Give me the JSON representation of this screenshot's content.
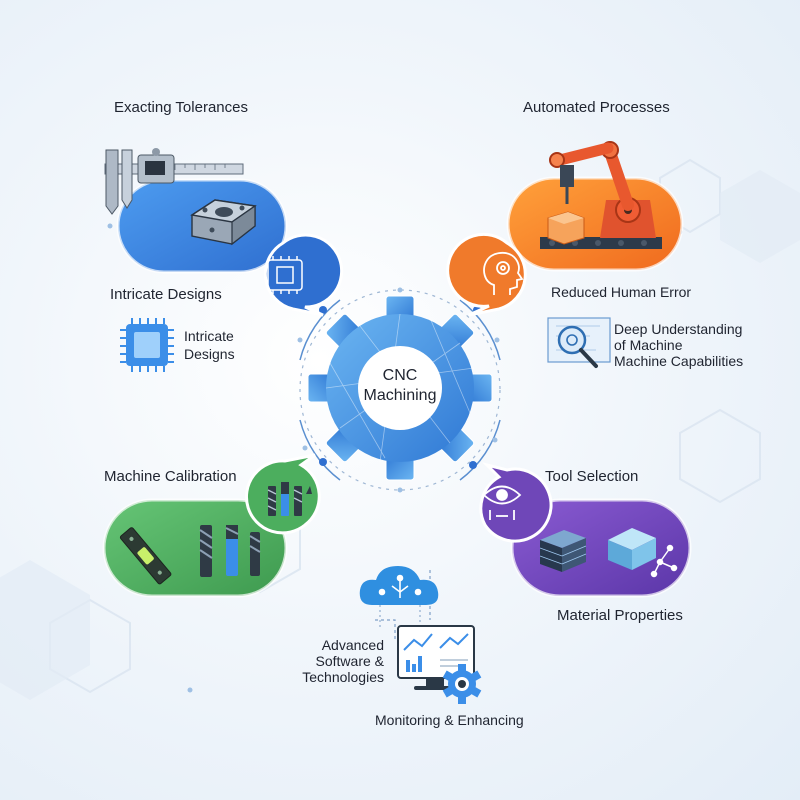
{
  "center": {
    "line1": "CNC",
    "line2": "Machining"
  },
  "quadrants": {
    "top_left": {
      "title": "Exacting Tolerances",
      "subtitle": "Intricate Designs",
      "extra_label_line1": "Intricate",
      "extra_label_line2": "Designs",
      "color": "#3f86d8"
    },
    "top_right": {
      "title": "Automated Processes",
      "subtitle": "Reduced Human Error",
      "extra_label_line1": "Deep Understanding",
      "extra_label_line2": "of Machine",
      "extra_label_line3": "Machine Capabilities",
      "color": "#f07a2b"
    },
    "bottom_left": {
      "title": "Machine Calibration",
      "color": "#4cae5e"
    },
    "bottom_right": {
      "title": "Tool Selection",
      "subtitle": "Material Properties",
      "color": "#6f47b8"
    }
  },
  "bottom": {
    "software_line1": "Advanced",
    "software_line2": "Software &",
    "software_line3": "Technologies",
    "monitoring": "Monitoring & Enhancing"
  },
  "icons": [
    "caliper-icon",
    "machined-part-icon",
    "chip-icon",
    "robot-arm-icon",
    "head-gear-icon",
    "blueprint-magnifier-icon",
    "level-icon",
    "end-mill-icon",
    "eye-icon",
    "material-block-icon",
    "cloud-icon",
    "monitor-icon",
    "gear-icon"
  ]
}
